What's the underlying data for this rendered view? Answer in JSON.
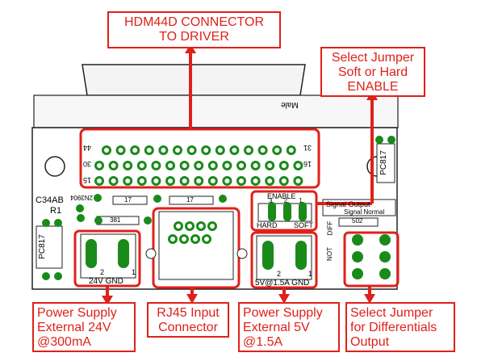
{
  "callouts": {
    "hdm44d": [
      "HDM44D CONNECTOR",
      "TO DRIVER"
    ],
    "enable": [
      "Select Jumper",
      "Soft or Hard",
      "ENABLE"
    ],
    "power24": [
      "Power Supply",
      "External 24V",
      "@300mA"
    ],
    "rj45": [
      "RJ45 Input",
      "Connector"
    ],
    "power5": [
      "Power Supply",
      "External 5V",
      "@1.5A"
    ],
    "diff": [
      "Select Jumper",
      "for Differentials",
      "Output"
    ]
  },
  "silkscreen": {
    "male": "Male",
    "pin31": "31",
    "pin44": "44",
    "pin16": "16",
    "pin30": "30",
    "pin15": "15",
    "c34ab": "C34AB",
    "r1": "R1",
    "q2n3904": "2N3904",
    "pc817_left": "PC817",
    "pc817_right": "PC817",
    "r17a": "17",
    "r17b": "17",
    "r381": "381",
    "enable": "ENABLE",
    "hard": "HARD",
    "soft": "SOFT",
    "enable_pins": "3 2 1",
    "signal_output": "Signal Output",
    "signal_normal": "Signal Normal",
    "r502": "502",
    "diff": "DIFF",
    "not": "NOT",
    "gnd24": "24V  GND",
    "gnd5": "5V@1.5A GND",
    "term2_left": "2",
    "term1_left": "1",
    "term2_right": "2",
    "term1_right": "1"
  },
  "colors": {
    "accent": "#e0201a",
    "pad": "#1a8a1a",
    "board_line": "#000000"
  }
}
